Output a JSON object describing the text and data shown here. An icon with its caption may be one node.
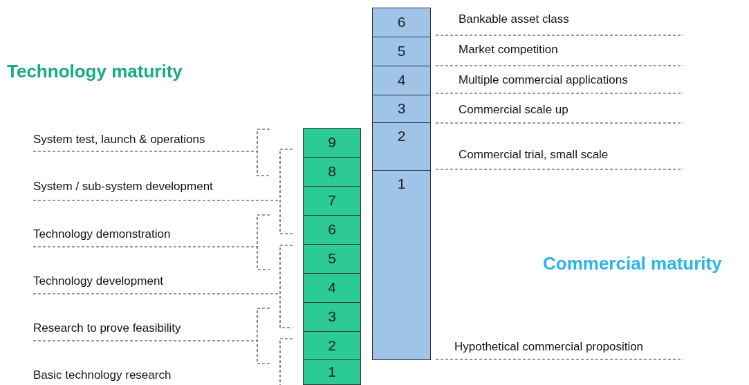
{
  "diagram": {
    "nodes": [
      {
        "text": [
          "9"
        ]
      },
      {
        "text": [
          "8"
        ]
      },
      {
        "text": [
          "7"
        ]
      },
      {
        "text": [
          "6"
        ]
      },
      {
        "text": [
          "5"
        ]
      },
      {
        "text": [
          "4"
        ]
      },
      {
        "text": [
          "3"
        ]
      },
      {
        "text": [
          "2"
        ]
      },
      {
        "text": [
          "1"
        ]
      },
      {
        "text": [
          "6"
        ],
        "beside": [
          "Bankable asset class"
        ]
      },
      {
        "text": [
          "5"
        ],
        "beside": [
          "Market competition"
        ]
      },
      {
        "text": [
          "4"
        ],
        "beside": [
          "Multiple commercial applications"
        ]
      },
      {
        "text": [
          "3"
        ],
        "beside": [
          "Commercial scale up"
        ]
      },
      {
        "text": [
          "2"
        ],
        "beside": [
          "Commercial trial, small scale"
        ]
      },
      {
        "text": [
          "1"
        ],
        "beside": [
          "Hypothetical commercial proposition"
        ]
      }
    ],
    "labels": [
      "Technology maturity",
      "System test, launch & operations",
      "System / sub-system development",
      "Technology demonstration",
      "Technology development",
      "Research to prove feasibility",
      "Basic technology research",
      "Commercial maturity"
    ]
  }
}
